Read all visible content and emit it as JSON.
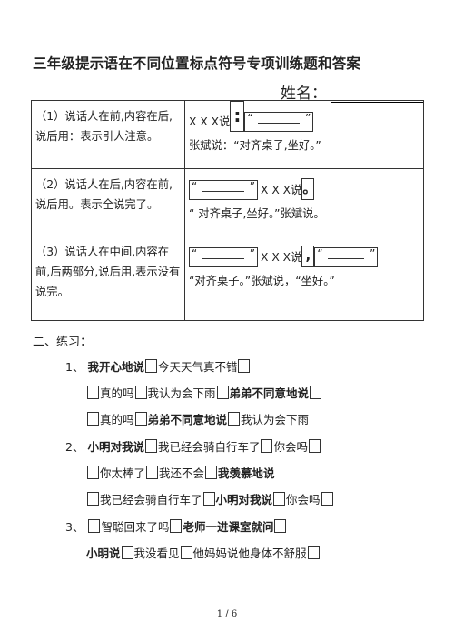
{
  "title": "三年级提示语在不同位置标点符号专项训练题和答案",
  "name_label": "姓名：",
  "rules": [
    {
      "desc": "（1）说话人在前,内容在后,说后用：表示引人注意。",
      "speaker": "X X X说",
      "mark": ":",
      "example": "张斌说：“对齐桌子,坐好。”"
    },
    {
      "desc": "（2）说话人在后,内容在前,说后用。表示全说完了。",
      "speaker": "X X X说",
      "mark": "。",
      "example": "“ 对齐桌子,坐好。”张斌说。"
    },
    {
      "desc": "（3）说话人在中间,内容在前,后两部分,说后用,表示没有说完。",
      "speaker": "X X X说",
      "mark": ",",
      "example": "“对齐桌子。”张斌说，“坐好。”"
    }
  ],
  "section_title": "二、练习：",
  "exercises": [
    {
      "num": "1、",
      "parts": [
        {
          "t": "我开心地说",
          "b": true
        },
        {
          "box": true
        },
        {
          "t": "今天天气真不错"
        },
        {
          "box": true
        }
      ]
    },
    {
      "num": "",
      "parts": [
        {
          "box": true
        },
        {
          "t": "真的吗"
        },
        {
          "box": true
        },
        {
          "t": "我认为会下雨"
        },
        {
          "box": true
        },
        {
          "t": "弟弟不同意地说",
          "b": true
        },
        {
          "box": true
        }
      ]
    },
    {
      "num": "",
      "parts": [
        {
          "box": true
        },
        {
          "t": "真的吗"
        },
        {
          "box": true
        },
        {
          "t": "弟弟不同意地说",
          "b": true
        },
        {
          "box": true
        },
        {
          "t": "我认为会下雨"
        }
      ]
    },
    {
      "num": "2、",
      "parts": [
        {
          "t": "小明对我说",
          "b": true
        },
        {
          "box": true
        },
        {
          "t": "我已经会骑自行车了"
        },
        {
          "box": true
        },
        {
          "t": "你会吗"
        },
        {
          "box": true
        }
      ]
    },
    {
      "num": "",
      "parts": [
        {
          "box": true
        },
        {
          "t": "你太棒了"
        },
        {
          "box": true
        },
        {
          "t": "我还不会"
        },
        {
          "box": true
        },
        {
          "t": "我羡慕地说",
          "b": true
        }
      ]
    },
    {
      "num": "",
      "parts": [
        {
          "box": true
        },
        {
          "t": "我已经会骑自行车了"
        },
        {
          "box": true
        },
        {
          "t": "小明对我说",
          "b": true
        },
        {
          "box": true
        },
        {
          "t": "你会吗"
        },
        {
          "box": true
        }
      ]
    },
    {
      "num": "3、",
      "parts": [
        {
          "box": true
        },
        {
          "t": "智聪回来了吗"
        },
        {
          "box": true
        },
        {
          "t": "老师一进课室就问",
          "b": true
        },
        {
          "box": true
        }
      ]
    },
    {
      "num": "",
      "parts": [
        {
          "t": "小明说",
          "b": true
        },
        {
          "box": true
        },
        {
          "t": "我没看见"
        },
        {
          "box": true
        },
        {
          "t": "他妈妈说他身体不舒服"
        },
        {
          "box": true
        }
      ]
    }
  ],
  "page_number": "1 / 6"
}
